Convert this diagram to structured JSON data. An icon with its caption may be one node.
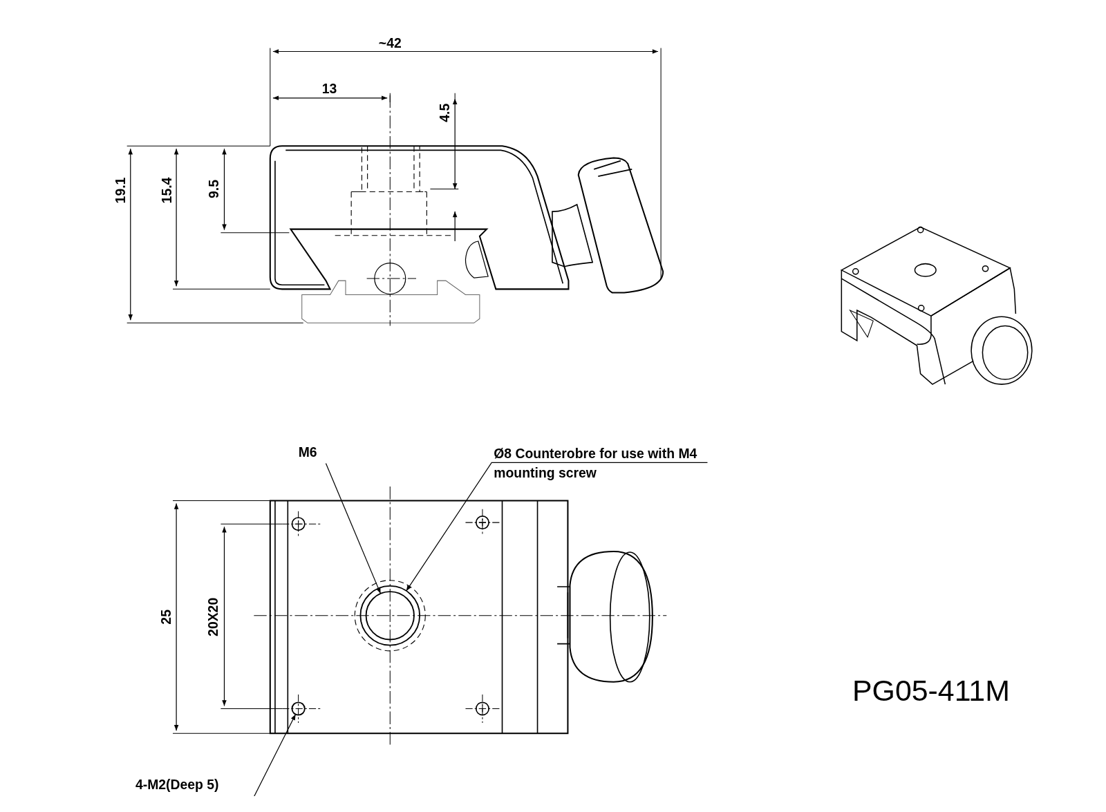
{
  "diagram": {
    "nodes": [
      {
        "text": [
          "M6"
        ]
      },
      {
        "text": [
          "Ø8 Counterobre for use with M4 mounting screw"
        ]
      },
      {
        "text": [
          "4-M2(Deep 5)"
        ]
      },
      {
        "text": [],
        "shape": "circle",
        "in": 4
      },
      {
        "text": [],
        "shape": "circle"
      },
      {
        "text": [],
        "shape": "circle"
      }
    ],
    "edges": [
      {
        "from": 0,
        "to": 3,
        "arrow": "to"
      },
      {
        "from": 1,
        "to": 4,
        "arrow": "to"
      },
      {
        "from": 2,
        "to": 5,
        "arrow": "to"
      }
    ],
    "labels": [
      "~42",
      "13",
      "4.5",
      "19.1",
      "15.4",
      "9.5",
      "25",
      "20X20",
      "PG05-411M"
    ]
  }
}
